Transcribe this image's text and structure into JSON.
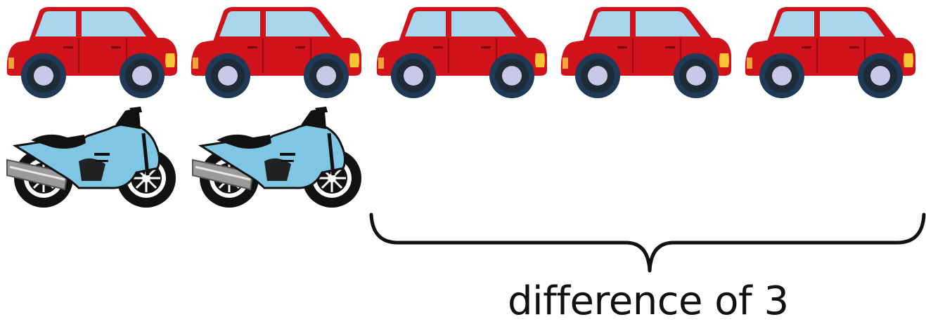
{
  "label": "difference of 3",
  "counts": {
    "cars": 5,
    "motorcycles": 2,
    "difference": 3
  },
  "icons": {
    "car": "car-icon",
    "motorcycle": "motorcycle-icon",
    "brace": "curly-brace-icon"
  },
  "colors": {
    "car_body": "#d0121b",
    "car_window": "#a9d6ec",
    "car_tire": "#1f2a37",
    "car_hub": "#c7c9e6",
    "car_headlight": "#f6c531",
    "bike_body": "#7ec6e3",
    "bike_dark": "#111111",
    "bike_chrome": "#9a9a9a",
    "brace": "#111111",
    "text": "#111111"
  }
}
